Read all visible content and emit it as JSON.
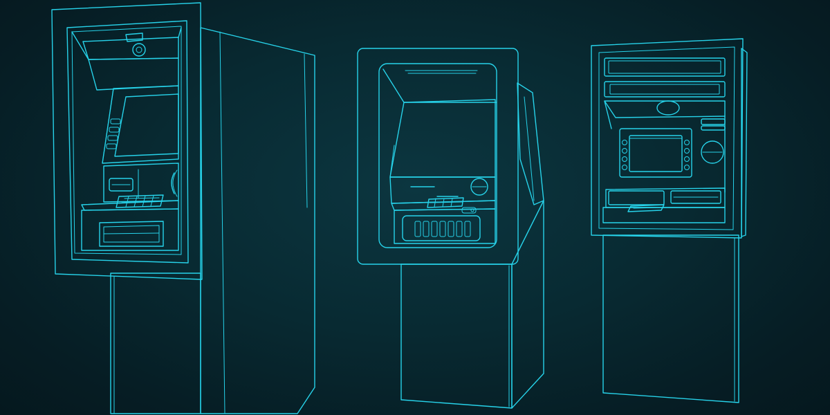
{
  "scene": {
    "background_color": "#082a32",
    "line_color": "#27d3ea",
    "machines": [
      {
        "kind": "freestanding ATM, angled view"
      },
      {
        "kind": "through-the-wall ATM on pedestal"
      },
      {
        "kind": "lobby ATM kiosk"
      }
    ]
  }
}
